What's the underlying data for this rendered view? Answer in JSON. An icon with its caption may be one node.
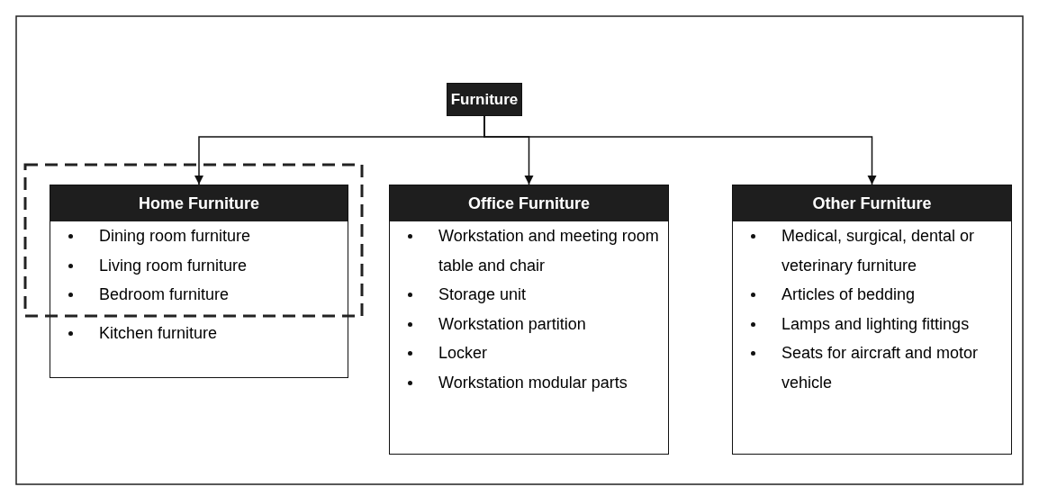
{
  "diagram": {
    "nodes": [
      {
        "text": [
          "Furniture"
        ]
      },
      {
        "text": [
          "Home Furniture",
          "Dining room furniture",
          "Living room furniture",
          "Bedroom furniture",
          "Kitchen furniture"
        ]
      },
      {
        "text": [
          "Office Furniture",
          "Workstation and meeting room table and chair",
          "Storage unit",
          "Workstation partition",
          "Locker",
          "Workstation modular parts"
        ]
      },
      {
        "text": [
          "Other Furniture",
          "Medical, surgical, dental or veterinary furniture",
          "Articles of bedding",
          "Lamps and lighting fittings",
          "Seats for aircraft and motor vehicle"
        ]
      }
    ],
    "edges": [
      {
        "from": 0,
        "to": 1,
        "arrow": "to"
      },
      {
        "from": 0,
        "to": 2,
        "arrow": "to"
      },
      {
        "from": 0,
        "to": 3,
        "arrow": "to"
      }
    ]
  }
}
